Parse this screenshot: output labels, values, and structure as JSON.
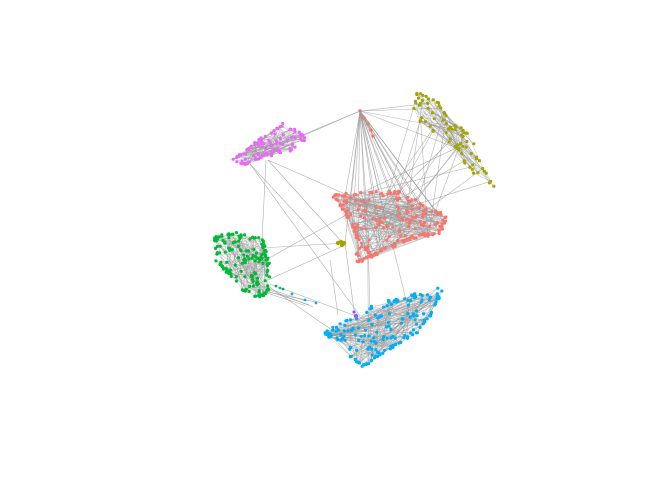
{
  "figure": {
    "type": "network-graph",
    "background": "#ffffff",
    "edge_color": "#999999",
    "communities": [
      {
        "id": "red",
        "color": "#F8766D"
      },
      {
        "id": "olive",
        "color": "#A3A500"
      },
      {
        "id": "green",
        "color": "#00BA38"
      },
      {
        "id": "blue",
        "color": "#00B0F6"
      },
      {
        "id": "magenta",
        "color": "#E76BF3"
      },
      {
        "id": "purple-single",
        "color": "#9B59F6"
      }
    ]
  }
}
